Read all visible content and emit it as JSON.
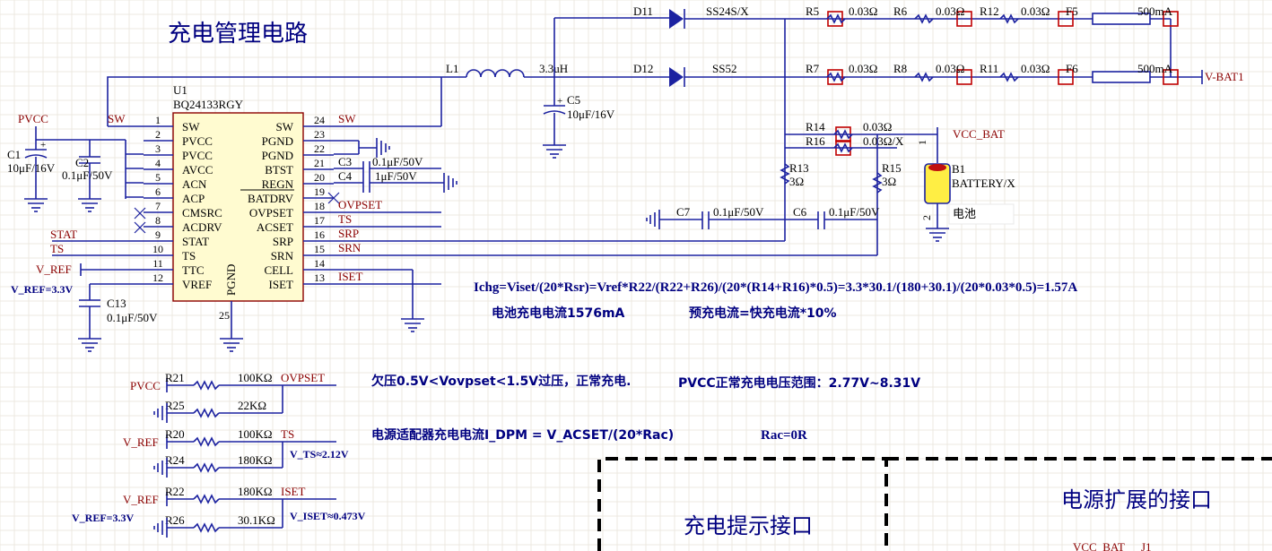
{
  "title": "充电管理电路",
  "ic": {
    "ref": "U1",
    "part": "BQ24133RGY",
    "gnd_label": "PGND",
    "pin25": "25",
    "left_pins": [
      {
        "no": "1",
        "name": "SW"
      },
      {
        "no": "2",
        "name": "PVCC"
      },
      {
        "no": "3",
        "name": "PVCC"
      },
      {
        "no": "4",
        "name": "AVCC"
      },
      {
        "no": "5",
        "name": "ACN"
      },
      {
        "no": "6",
        "name": "ACP"
      },
      {
        "no": "7",
        "name": "CMSRC"
      },
      {
        "no": "8",
        "name": "ACDRV"
      },
      {
        "no": "9",
        "name": "STAT"
      },
      {
        "no": "10",
        "name": "TS"
      },
      {
        "no": "11",
        "name": "TTC"
      },
      {
        "no": "12",
        "name": "VREF"
      }
    ],
    "right_pins": [
      {
        "no": "24",
        "name": "SW"
      },
      {
        "no": "23",
        "name": "PGND"
      },
      {
        "no": "22",
        "name": "PGND"
      },
      {
        "no": "21",
        "name": "BTST"
      },
      {
        "no": "20",
        "name": "REGN"
      },
      {
        "no": "19",
        "name": "BATDRV"
      },
      {
        "no": "18",
        "name": "OVPSET"
      },
      {
        "no": "17",
        "name": "ACSET"
      },
      {
        "no": "16",
        "name": "SRP"
      },
      {
        "no": "15",
        "name": "SRN"
      },
      {
        "no": "14",
        "name": "CELL"
      },
      {
        "no": "13",
        "name": "ISET"
      }
    ]
  },
  "nets": {
    "pvcc": "PVCC",
    "sw_left": "SW",
    "sw_right": "SW",
    "stat": "STAT",
    "ts_left": "TS",
    "vref": "V_REF",
    "vref_val": "V_REF=3.3V",
    "ovpset": "OVPSET",
    "ts_right": "TS",
    "srp": "SRP",
    "srn": "SRN",
    "iset": "ISET",
    "vcc_bat": "VCC_BAT",
    "vbat1": "V-BAT1",
    "pvcc2": "PVCC",
    "ovpset2": "OVPSET",
    "vref2": "V_REF",
    "ts2": "TS",
    "vts": "V_TS≈2.12V",
    "vref3": "V_REF",
    "iset2": "ISET",
    "vref_val2": "V_REF=3.3V",
    "viset": "V_ISET≈0.473V",
    "vcc_bat2": "VCC_BAT",
    "j1": "J1"
  },
  "components": {
    "c1_ref": "C1",
    "c1_val": "10μF/16V",
    "c2_ref": "C2",
    "c2_val": "0.1μF/50V",
    "c3_ref": "C3",
    "c3_val": "0.1μF/50V",
    "c4_ref": "C4",
    "c4_val": "1μF/50V",
    "c5_ref": "C5",
    "c5_val": "10μF/16V",
    "c6_ref": "C6",
    "c6_val": "0.1μF/50V",
    "c7_ref": "C7",
    "c7_val": "0.1μF/50V",
    "c13_ref": "C13",
    "c13_val": "0.1μF/50V",
    "l1_ref": "L1",
    "l1_val": "3.3uH",
    "d11_ref": "D11",
    "d11_val": "SS24S/X",
    "d12_ref": "D12",
    "d12_val": "SS52",
    "r5": "R5",
    "r6": "R6",
    "r12": "R12",
    "r7": "R7",
    "r8": "R8",
    "r11": "R11",
    "r_val": "0.03Ω",
    "f5": "F5",
    "f6": "F6",
    "f_val": "500mA",
    "r14": "R14",
    "r14_val": "0.03Ω",
    "r16": "R16",
    "r16_val": "0.03Ω/X",
    "r13": "R13",
    "r13_val": "3Ω",
    "r15": "R15",
    "r15_val": "3Ω",
    "b1_ref": "B1",
    "b1_val": "BATTERY/X",
    "b1_name": "电池",
    "b1_pin1": "1",
    "b1_pin2": "2",
    "r21": "R21",
    "r21_val": "100KΩ",
    "r25": "R25",
    "r25_val": "22KΩ",
    "r20": "R20",
    "r20_val": "100KΩ",
    "r24": "R24",
    "r24_val": "180KΩ",
    "r22": "R22",
    "r22_val": "180KΩ",
    "r26": "R26",
    "r26_val": "30.1KΩ"
  },
  "notes": {
    "formula": "Ichg=Viset/(20*Rsr)=Vref*R22/(R22+R26)/(20*(R14+R16)*0.5)=3.3*30.1/(180+30.1)/(20*0.03*0.5)=1.57A",
    "charge_current": "电池充电电流1576mA",
    "precharge": "预充电流=快充电流*10%",
    "ovp": "欠压0.5V<Vovpset<1.5V过压，正常充电.",
    "pvcc_range": "PVCC正常充电电压范围：2.77V~8.31V",
    "dpm": "电源适配器充电电流I_DPM = V_ACSET/(20*Rac)",
    "rac": "Rac=0R"
  },
  "blocks": {
    "charge_hint": "充电提示接口",
    "power_ext": "电源扩展的接口"
  },
  "colors": {
    "wire": "#1c22a0",
    "net": "#8b0000",
    "title": "#000080",
    "pad": "#c00000",
    "ic_fill": "#fffbd0"
  }
}
